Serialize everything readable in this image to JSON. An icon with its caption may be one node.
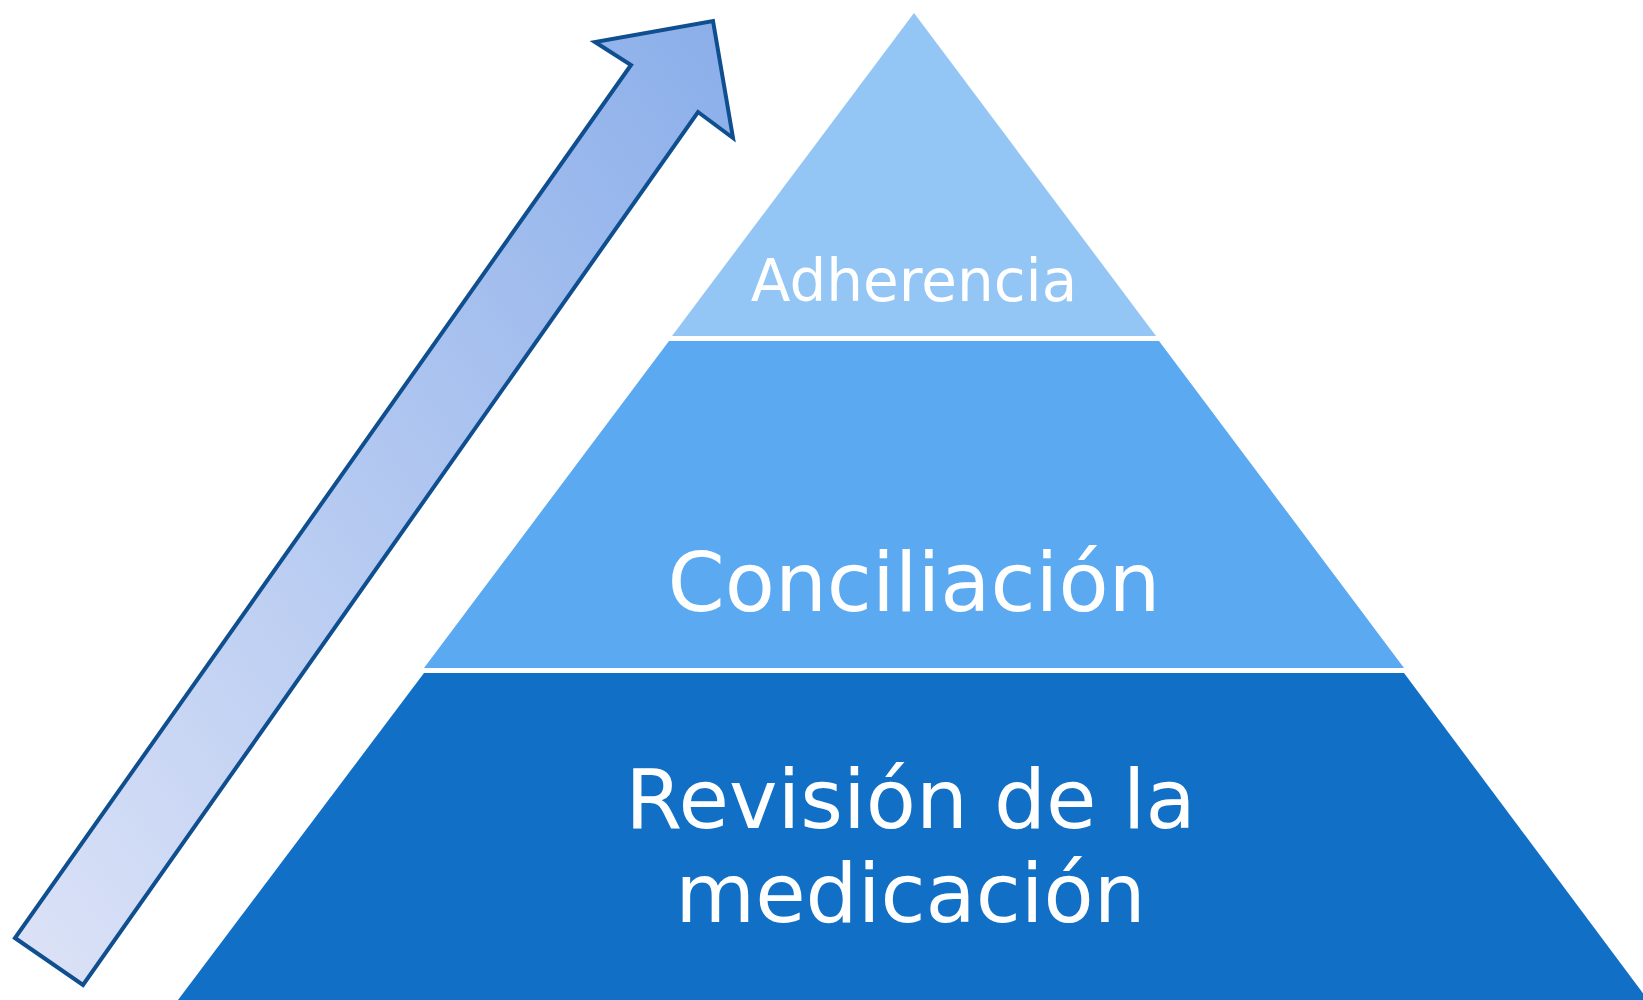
{
  "diagram": {
    "nodes": [
      {
        "text": [
          "Adherencia"
        ]
      },
      {
        "text": [
          "Conciliación"
        ]
      },
      {
        "text": [
          "Revisión de la medicación"
        ]
      }
    ]
  }
}
